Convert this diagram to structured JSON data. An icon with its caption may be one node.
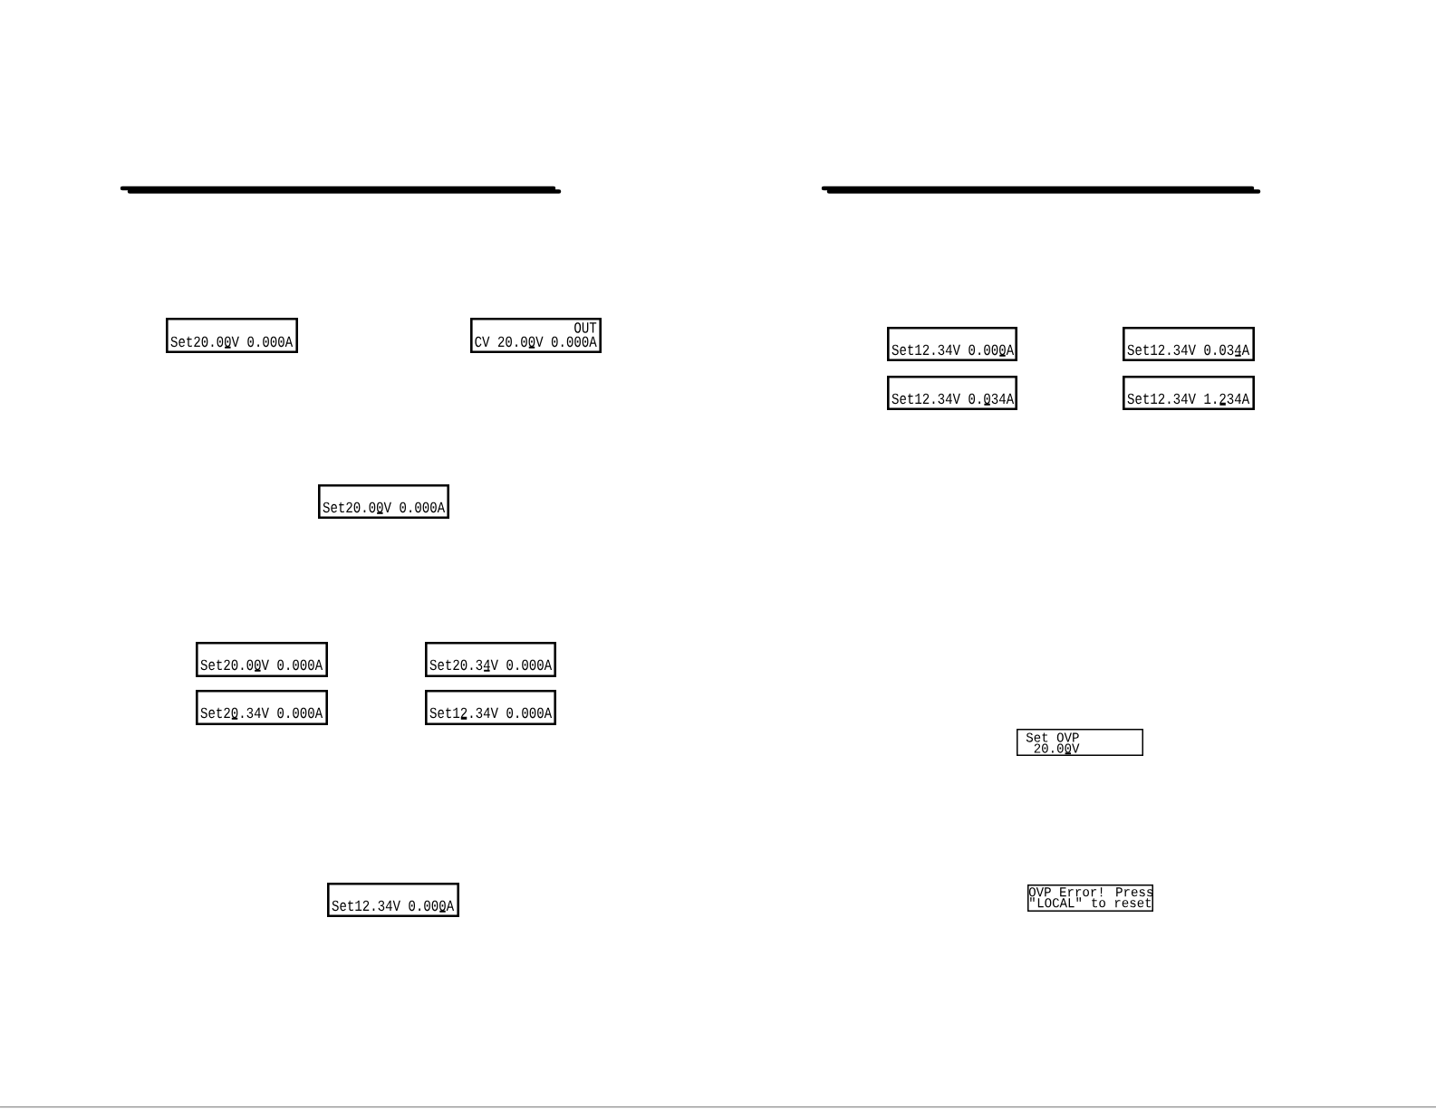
{
  "diagram": {
    "nodes": [
      {
        "text": [
          "Set20.00V 0.000A"
        ]
      },
      {
        "text": [
          "OUT",
          "CV 20.00V 0.000A"
        ]
      },
      {
        "text": [
          "Set20.00V 0.000A"
        ]
      },
      {
        "text": [
          "Set20.00V 0.000A"
        ]
      },
      {
        "text": [
          "Set20.34V 0.000A"
        ]
      },
      {
        "text": [
          "Set20.34V 0.000A"
        ]
      },
      {
        "text": [
          "Set12.34V 0.000A"
        ]
      },
      {
        "text": [
          "Set12.34V 0.000A"
        ]
      },
      {
        "text": [
          "Set12.34V 0.000A"
        ]
      },
      {
        "text": [
          "Set12.34V 0.034A"
        ]
      },
      {
        "text": [
          "Set12.34V 0.034A"
        ]
      },
      {
        "text": [
          "Set12.34V 1.234A"
        ]
      },
      {
        "text": [
          "Set OVP",
          "20.00V"
        ]
      },
      {
        "text": [
          "OVP Error! Press \"LOCAL\" to reset"
        ]
      }
    ]
  }
}
